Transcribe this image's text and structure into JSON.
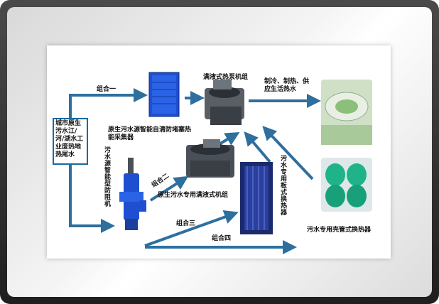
{
  "source_box": "城市原生污水江/河/湖水工业废热地热尾水",
  "labels": {
    "group1": "组合一",
    "group2": "组合二",
    "group3": "组合三",
    "group4": "组合四",
    "collector": "原生污水源智能自清防堵塞热能采集器",
    "heat_pump": "满液式热泵机组",
    "unit": "原生污水专用满液式机组",
    "preventer": "污水源智能型防阻机",
    "plate_exchanger": "污水专用板式换热器",
    "shell_exchanger": "污水专用壳管式换热器",
    "output": "制冷、制热、供应生活热水"
  },
  "colors": {
    "arrow": "#2e6f9e",
    "box_border": "#1a6aa0",
    "equipment_blue": "#1f4fd1"
  }
}
